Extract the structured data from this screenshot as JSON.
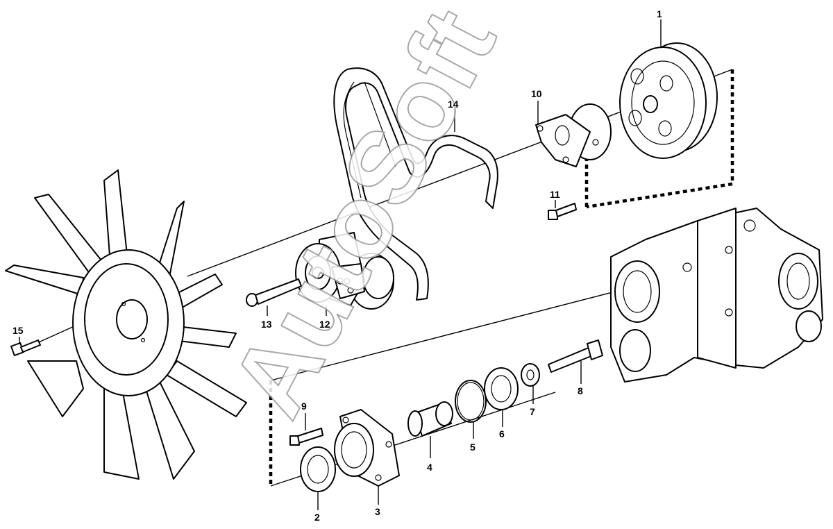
{
  "watermark": "AutoSoft",
  "callouts": [
    {
      "n": "1"
    },
    {
      "n": "2"
    },
    {
      "n": "3"
    },
    {
      "n": "4"
    },
    {
      "n": "5"
    },
    {
      "n": "6"
    },
    {
      "n": "7"
    },
    {
      "n": "8"
    },
    {
      "n": "9"
    },
    {
      "n": "10"
    },
    {
      "n": "11"
    },
    {
      "n": "12"
    },
    {
      "n": "13"
    },
    {
      "n": "14"
    },
    {
      "n": "15"
    }
  ]
}
